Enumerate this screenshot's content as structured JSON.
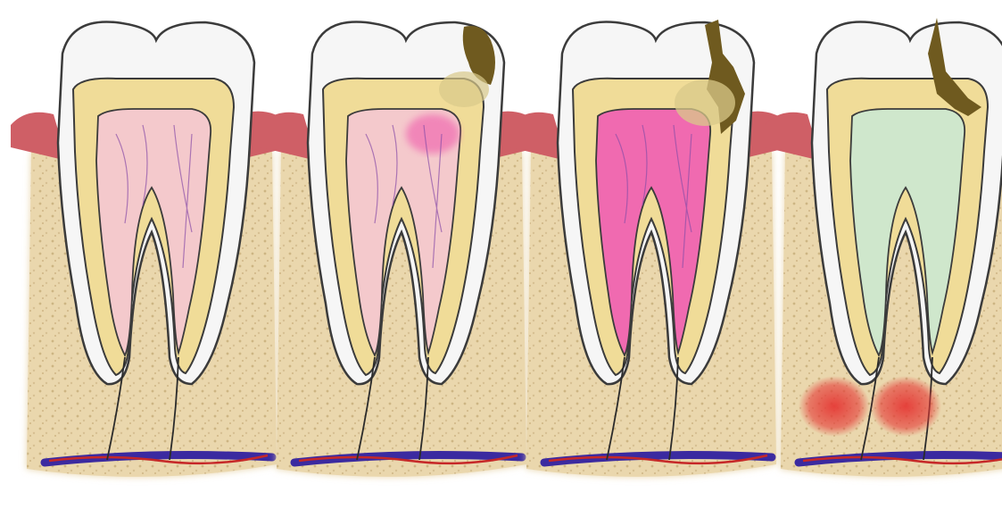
{
  "figure": {
    "panels": [
      {
        "stage": "healthy",
        "decay": "none",
        "pulp": "healthy",
        "abscess": false
      },
      {
        "stage": "enamel-caries",
        "decay": "small",
        "pulp": "mild-inflammation",
        "abscess": false
      },
      {
        "stage": "dentin-caries",
        "decay": "deep",
        "pulp": "inflamed",
        "abscess": false
      },
      {
        "stage": "pulp-necrosis",
        "decay": "extensive",
        "pulp": "necrotic",
        "abscess": true
      }
    ],
    "colors": {
      "enamel": "#f6f6f6",
      "dentin": "#f0dc98",
      "pulp_healthy": "#f4c9cc",
      "pulp_inflamed": "#f06ab0",
      "pulp_necrotic": "#cfe7cc",
      "decay": "#6f5a1f",
      "gum": "#cf5f66",
      "bone": "#ead7ad",
      "nerve": "#3b2aa0",
      "artery": "#c62828",
      "abscess": "#e53935"
    }
  }
}
